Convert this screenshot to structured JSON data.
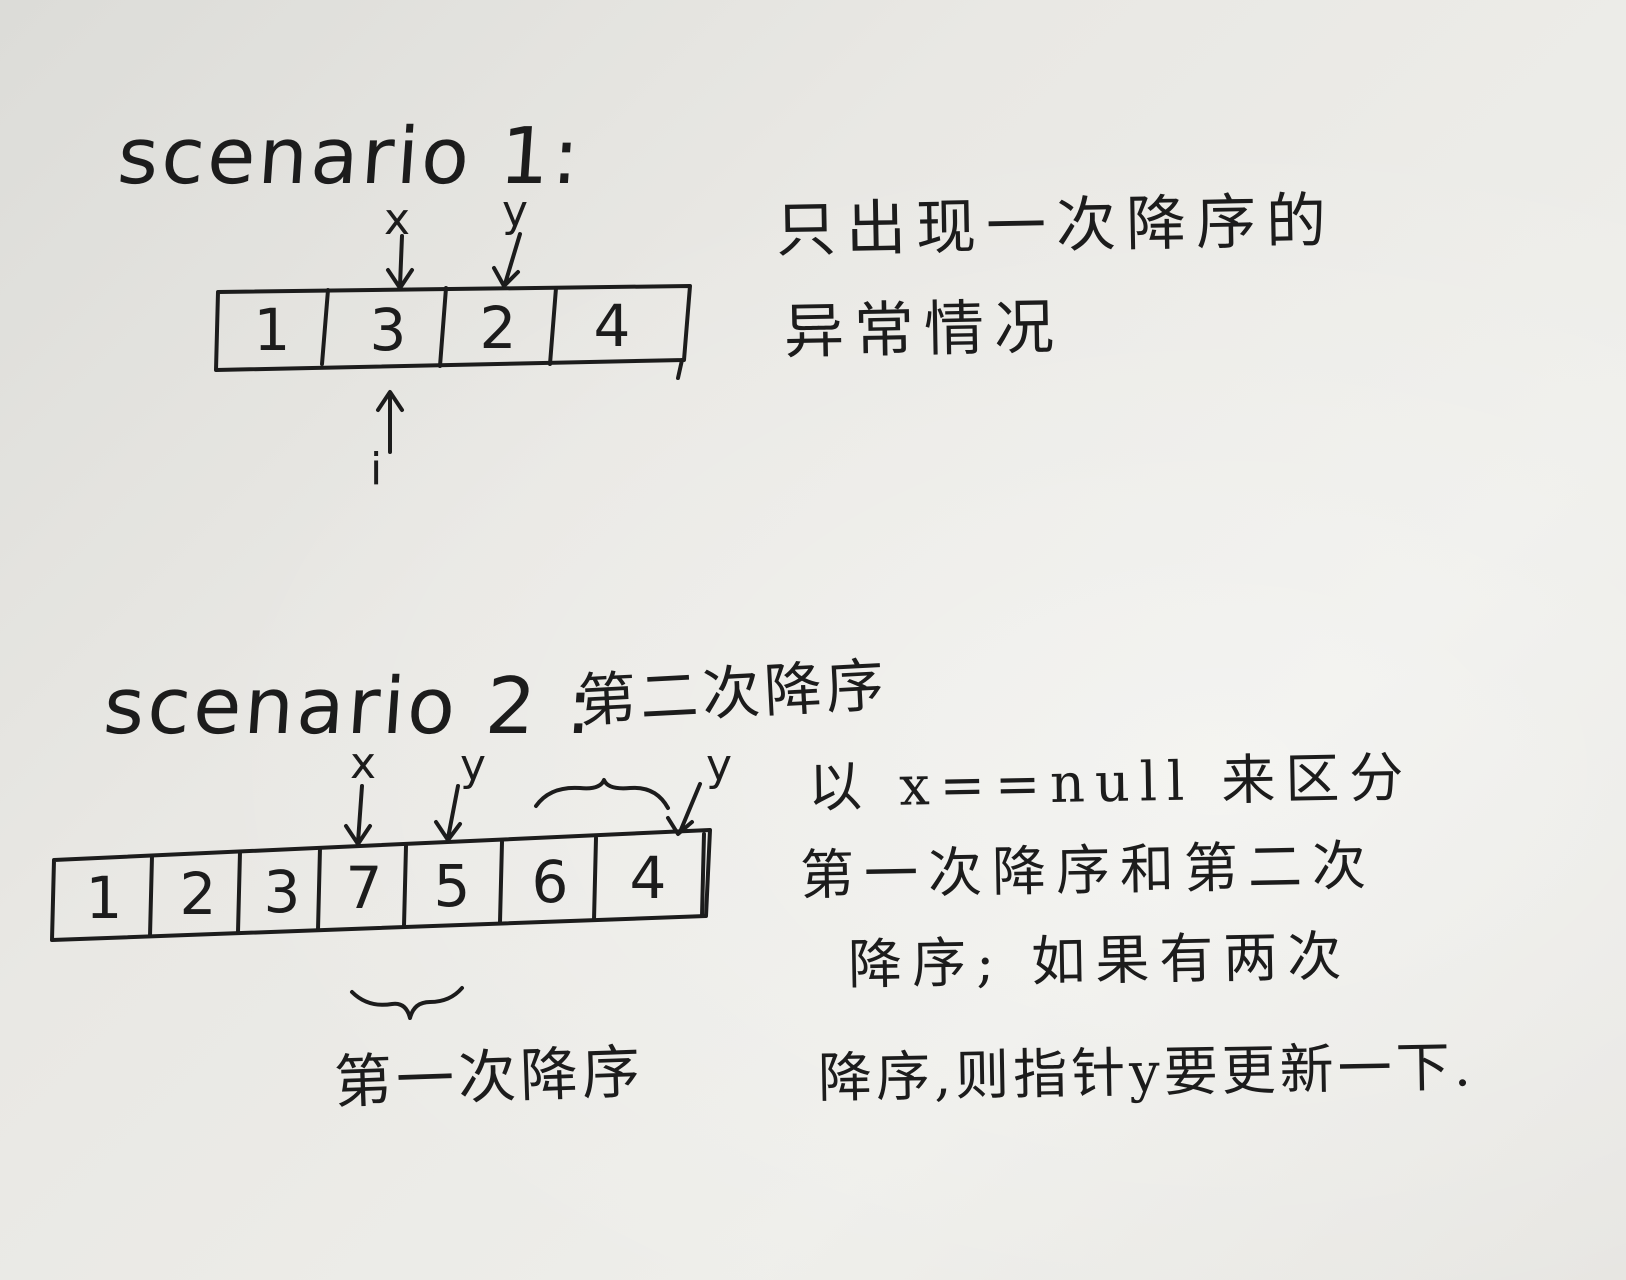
{
  "scenario1": {
    "title": "scenario 1:",
    "cells": [
      "1",
      "3",
      "2",
      "4"
    ],
    "pointer_x": "x",
    "pointer_y": "y",
    "pointer_i": "i",
    "note_line1": "只出现一次降序的",
    "note_line2": "异常情况"
  },
  "scenario2": {
    "title": "scenario 2 :",
    "title_note": "第二次降序",
    "cells": [
      "1",
      "2",
      "3",
      "7",
      "5",
      "6",
      "4"
    ],
    "pointer_x": "x",
    "pointer_y1": "y",
    "pointer_y2": "y",
    "brace_label": "第一次降序",
    "note_lines": [
      "以 x==null 来区分",
      "第一次降序和第二次",
      "降序; 如果有两次",
      "降序,则指针y要更新一下."
    ]
  },
  "colors": {
    "ink": "#1c1c1c",
    "paper": "#ebeae6"
  }
}
